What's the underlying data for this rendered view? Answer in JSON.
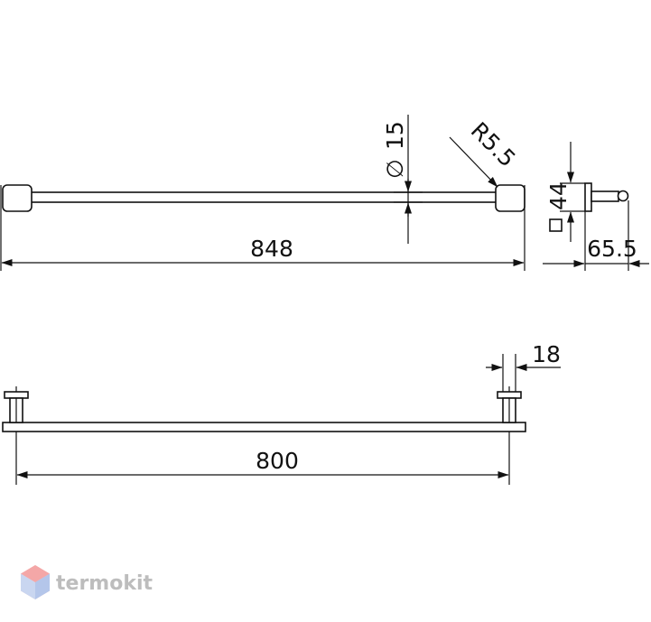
{
  "dimensions": {
    "overall_length": "848",
    "tube_diameter": "15",
    "end_radius": "R5.5",
    "bracket_height": "44",
    "projection": "65.5",
    "mount_spacing": "800",
    "bracket_width": "18"
  },
  "symbols": {
    "diameter": "∅"
  },
  "watermark": {
    "brand": "termokit"
  }
}
